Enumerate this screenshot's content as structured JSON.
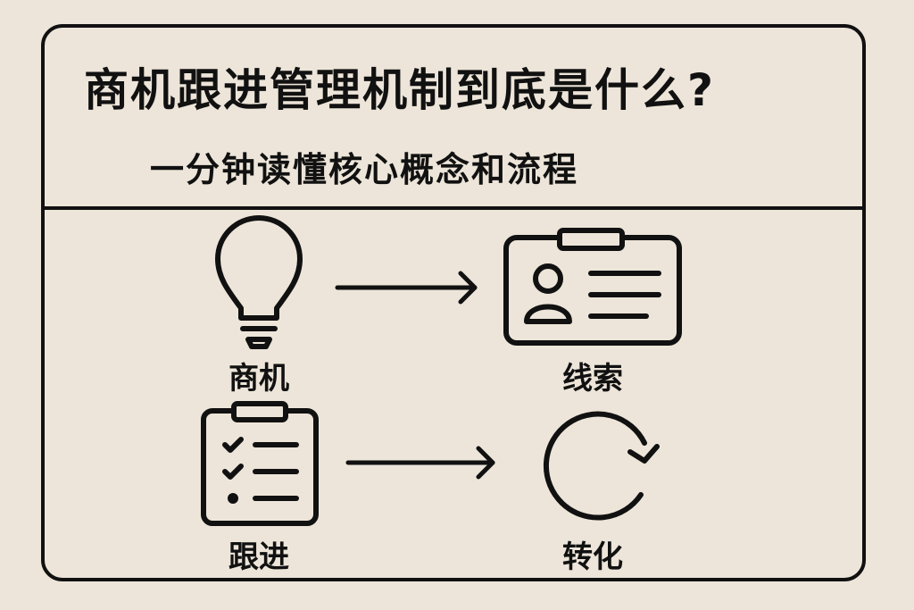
{
  "header": {
    "title": "商机跟进管理机制到底是什么?",
    "subtitle": "一分钟读懂核心概念和流程"
  },
  "nodes": [
    {
      "label": "商机",
      "icon": "lightbulb-icon"
    },
    {
      "label": "线索",
      "icon": "id-card-icon"
    },
    {
      "label": "跟进",
      "icon": "clipboard-checklist-icon"
    },
    {
      "label": "转化",
      "icon": "cycle-arrow-icon"
    }
  ],
  "colors": {
    "background": "#ede5d9",
    "ink": "#111111"
  }
}
